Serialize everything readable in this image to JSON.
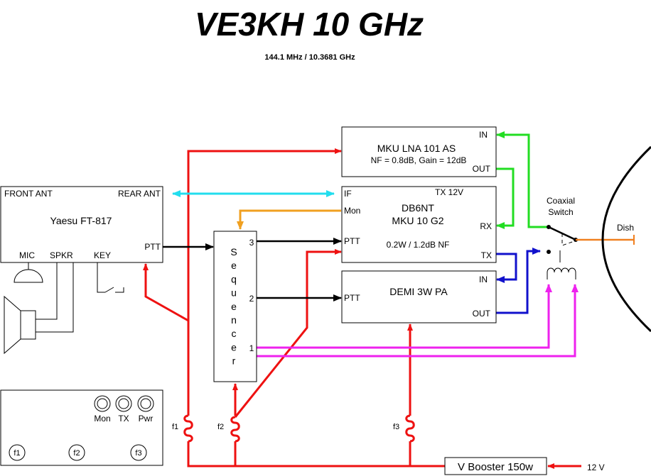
{
  "title": "VE3KH 10 GHz",
  "subtitle": "144.1 MHz / 10.3681 GHz",
  "radio": {
    "front_ant": "FRONT ANT",
    "rear_ant": "REAR ANT",
    "name": "Yaesu FT-817",
    "ptt": "PTT",
    "mic": "MIC",
    "spkr": "SPKR",
    "key": "KEY"
  },
  "lna": {
    "name": "MKU LNA 101 AS",
    "spec": "NF = 0.8dB, Gain = 12dB",
    "in": "IN",
    "out": "OUT"
  },
  "transverter": {
    "name1": "DB6NT",
    "name2": "MKU 10 G2",
    "tx12v": "TX 12V",
    "if": "IF",
    "mon": "Mon",
    "ptt": "PTT",
    "rx": "RX",
    "tx": "TX",
    "spec": "0.2W / 1.2dB NF"
  },
  "pa": {
    "name": "DEMI 3W PA",
    "in": "IN",
    "out": "OUT",
    "ptt": "PTT"
  },
  "sequencer": {
    "letters": [
      "S",
      "e",
      "q",
      "u",
      "e",
      "n",
      "c",
      "e",
      "r"
    ],
    "out3": "3",
    "out2": "2",
    "out1": "1"
  },
  "coax_switch": {
    "line1": "Coaxial",
    "line2": "Switch"
  },
  "dish": "Dish",
  "panel": {
    "mon": "Mon",
    "tx": "TX",
    "pwr": "Pwr",
    "f1": "f1",
    "f2": "f2",
    "f3": "f3"
  },
  "fuses": {
    "f1": "f1",
    "f2": "f2",
    "f3": "f3"
  },
  "booster": "V Booster 150w",
  "supply": "12 V",
  "colors": {
    "power": "#ee1111",
    "rx_path": "#22dd22",
    "if_path": "#22ddee",
    "mon_path": "#f0a020",
    "tx_path": "#1111cc",
    "relay_path": "#ee22ee",
    "dish_feed": "#f08020"
  }
}
